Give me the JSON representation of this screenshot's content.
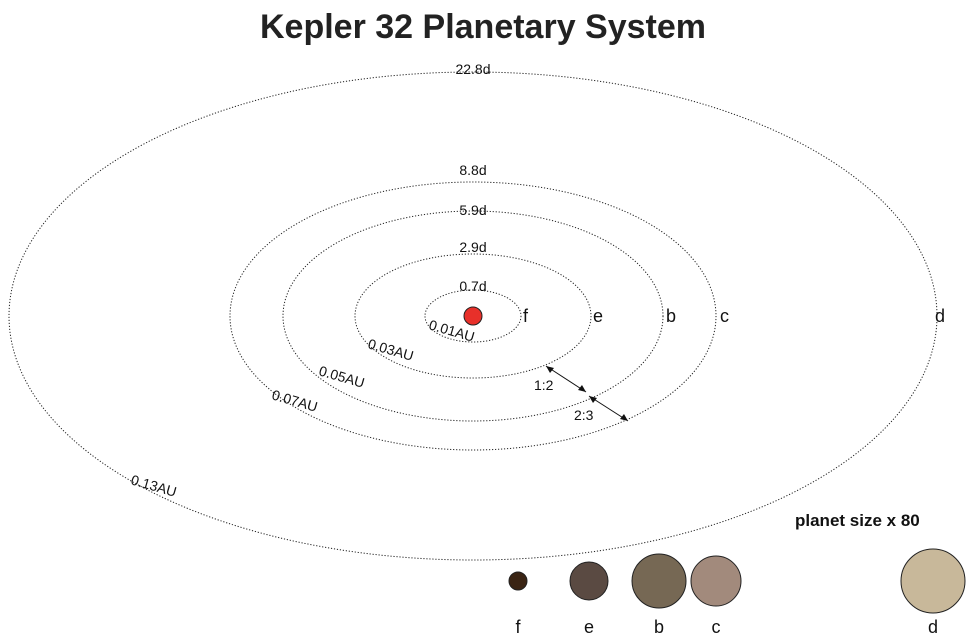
{
  "title": "Kepler 32 Planetary System",
  "star": {
    "color": "#e8302a"
  },
  "orbits": [
    {
      "planet": "f",
      "period": "0.7d",
      "distance": "0.01AU"
    },
    {
      "planet": "e",
      "period": "2.9d",
      "distance": "0.03AU"
    },
    {
      "planet": "b",
      "period": "5.9d",
      "distance": "0.05AU"
    },
    {
      "planet": "c",
      "period": "8.8d",
      "distance": "0.07AU"
    },
    {
      "planet": "d",
      "period": "22.8d",
      "distance": "0.13AU"
    }
  ],
  "resonances": [
    {
      "label": "1:2"
    },
    {
      "label": "2:3"
    }
  ],
  "legend": {
    "title": "planet size x 80",
    "planets": [
      {
        "name": "f",
        "color": "#3a2414"
      },
      {
        "name": "e",
        "color": "#5a4a42"
      },
      {
        "name": "b",
        "color": "#766854"
      },
      {
        "name": "c",
        "color": "#a28a7c"
      },
      {
        "name": "d",
        "color": "#c8b89a"
      }
    ]
  }
}
